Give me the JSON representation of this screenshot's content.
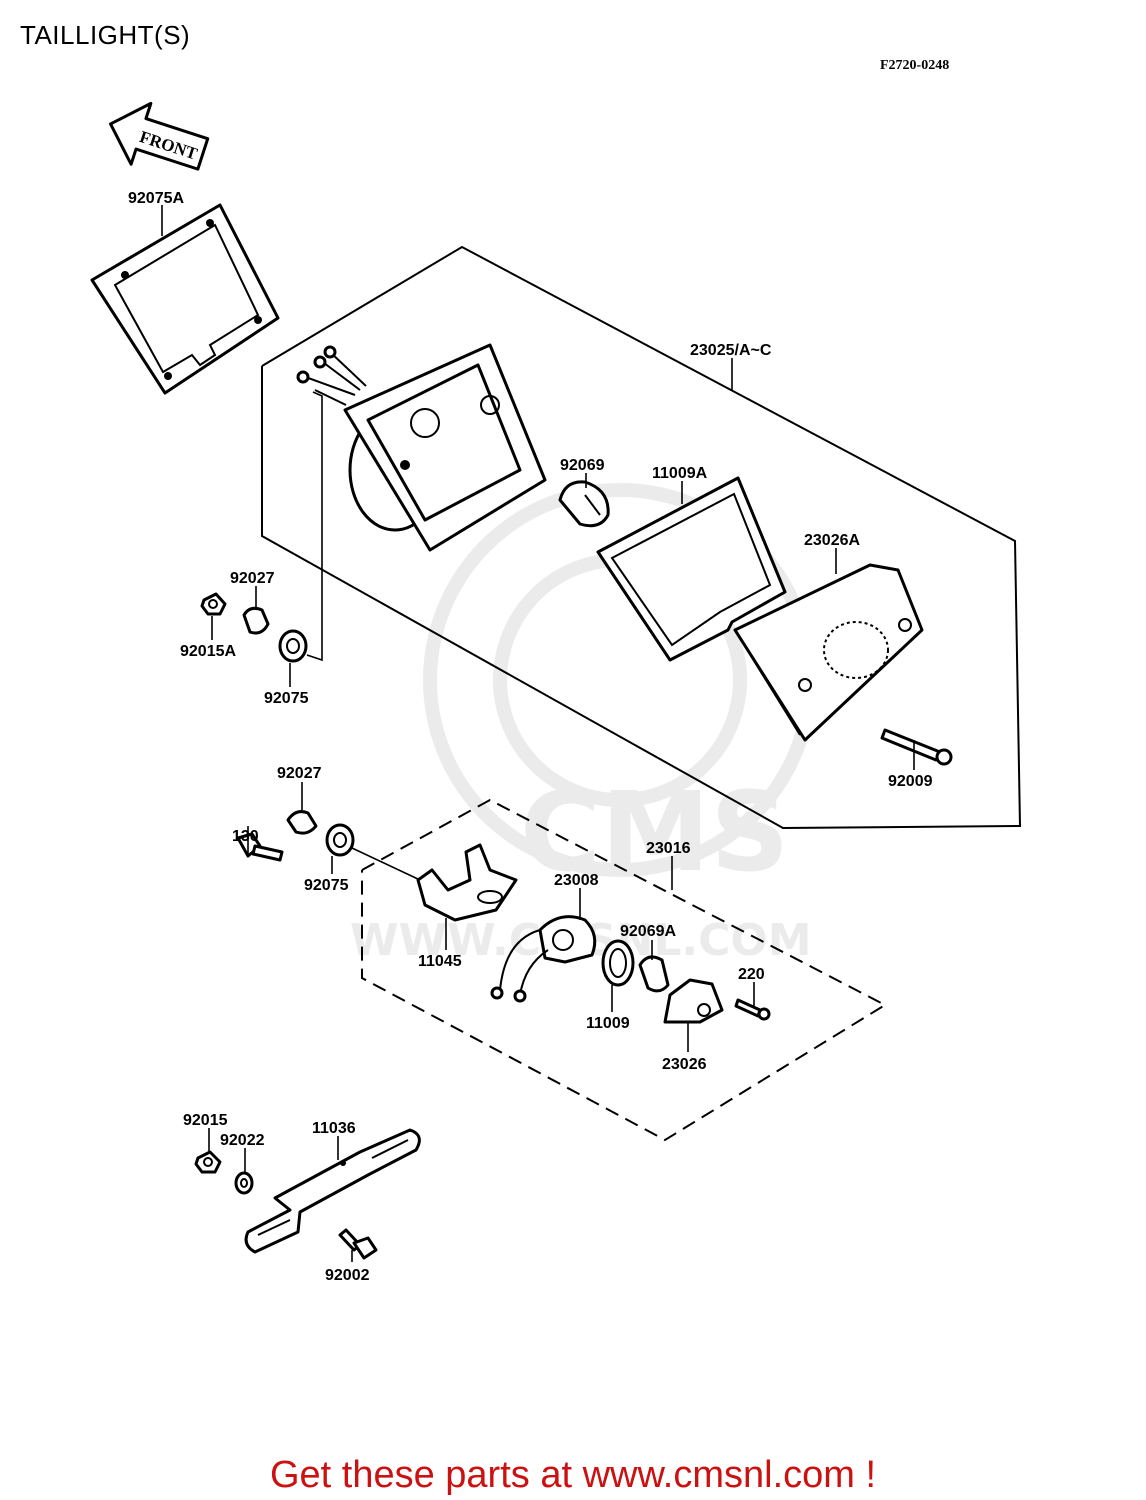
{
  "page_title": "TAILLIGHT(S)",
  "figure_code": "F2720-0248",
  "front_arrow_label": "FRONT",
  "watermark": {
    "logo_text": "CMS",
    "url_text": "WWW.CMSNL.COM"
  },
  "footer_text": "Get these parts at www.cmsnl.com !",
  "part_labels": {
    "p92075A": "92075A",
    "p23025": "23025/A~C",
    "p92069": "92069",
    "p11009A": "11009A",
    "p23026A": "23026A",
    "p92027_top": "92027",
    "p92015A": "92015A",
    "p92075_top": "92075",
    "p92009": "92009",
    "p92027_mid": "92027",
    "p130": "130",
    "p92075_mid": "92075",
    "p23016": "23016",
    "p23008": "23008",
    "p92069A": "92069A",
    "p220": "220",
    "p11045": "11045",
    "p11009": "11009",
    "p23026": "23026",
    "p92015": "92015",
    "p92022": "92022",
    "p11036": "11036",
    "p92002": "92002"
  },
  "colors": {
    "footer": "#cc1111",
    "watermark": "#ebebeb",
    "lines": "#000000"
  }
}
